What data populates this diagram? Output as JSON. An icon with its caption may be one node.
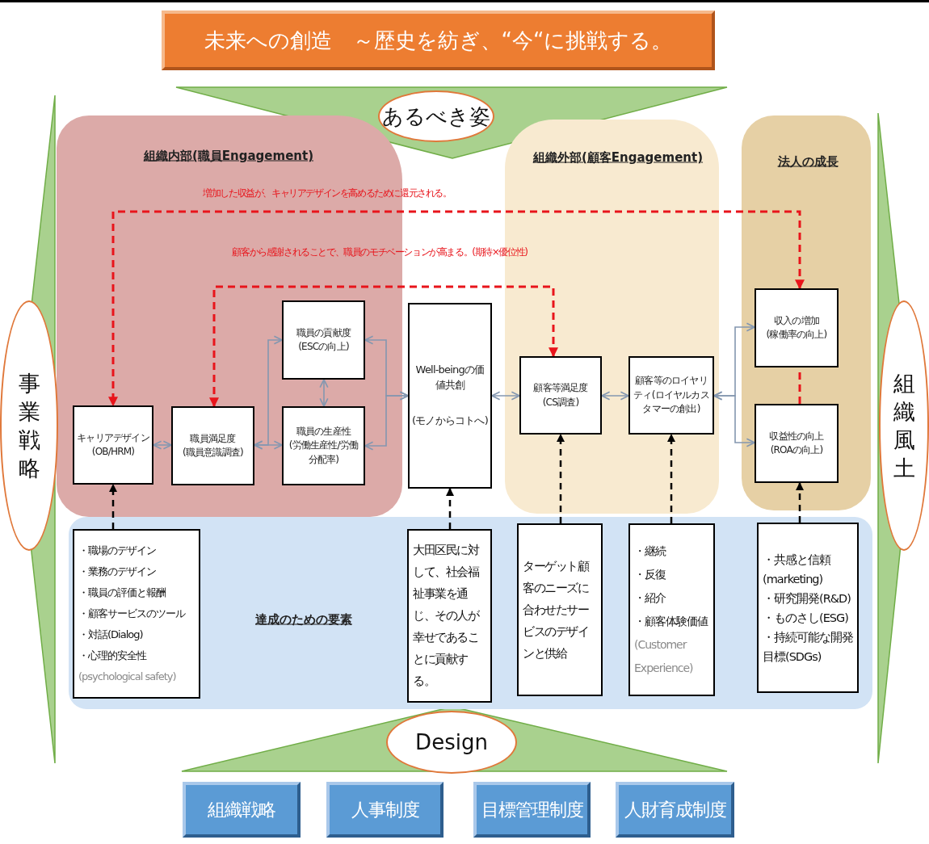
{
  "diagram": {
    "nodes": [
      {
        "text": [
          "未来への創造　～歴史を紡ぎ、“今“に挑戦する。"
        ]
      },
      {
        "text": [
          "あるべき姿"
        ]
      },
      {
        "text": [
          "事業戦略"
        ]
      },
      {
        "text": [
          "組織内部(職員Engagement)"
        ]
      },
      {
        "text": [
          "組織外部(顧客Engagement)"
        ]
      },
      {
        "text": [
          "法人の成長"
        ]
      },
      {
        "text": [
          "達成のための要素"
        ]
      },
      {
        "text": [
          "組織風土"
        ]
      },
      {
        "text": [
          "キャリアデザイン",
          "(OB/HRM)"
        ],
        "in": 3
      },
      {
        "text": [
          "職員満足度",
          "(職員意識調査)"
        ],
        "in": 3
      },
      {
        "text": [
          "職員の貢献度",
          "(ESCの向上)"
        ],
        "in": 3
      },
      {
        "text": [
          "職員の生産性",
          "(労働生産性/労働分配率)"
        ],
        "in": 3
      },
      {
        "text": [
          "Well-beingの価値共創",
          "(モノからコトへ)"
        ]
      },
      {
        "text": [
          "顧客等満足度",
          "(CS調査)"
        ],
        "in": 4
      },
      {
        "text": [
          "顧客等のロイヤリティ(ロイヤルカスタマーの創出)"
        ],
        "in": 4
      },
      {
        "text": [
          "収入の増加",
          "(稼働率の向上)"
        ],
        "in": 5
      },
      {
        "text": [
          "収益性の向上",
          "(ROAの向上)"
        ],
        "in": 5
      },
      {
        "text": [
          "・職場のデザイン",
          "・業務のデザイン",
          "・職員の評価と報酬",
          "・顧客サービスのツール",
          "・対話(Dialog)",
          "・心理的安全性",
          "(psychological safety)"
        ],
        "in": 6
      },
      {
        "text": [
          "大田区民に対して、社会福祉事業を通じ、その人が幸せであることに貢献する。"
        ],
        "in": 6
      },
      {
        "text": [
          "ターゲット顧客のニーズに合わせたサービスのデザインと供給"
        ],
        "in": 6
      },
      {
        "text": [
          "・継続",
          "・反復",
          "・紹介",
          "・顧客体験価値",
          "(Customer Experience)"
        ],
        "in": 6
      },
      {
        "text": [
          "・共感と信頼(marketing)",
          "・研究開発(R&D)",
          "・ものさし(ESG)",
          "・持続可能な開発目標(SDGs)"
        ],
        "in": 6
      },
      {
        "text": [
          "Design"
        ]
      },
      {
        "text": [
          "組織戦略"
        ]
      },
      {
        "text": [
          "人事制度"
        ]
      },
      {
        "text": [
          "目標管理制度"
        ]
      },
      {
        "text": [
          "人財育成制度"
        ]
      }
    ],
    "edges": [
      {
        "from": 8,
        "to": 9,
        "arrow": "both"
      },
      {
        "from": 9,
        "to": 10,
        "arrow": "both"
      },
      {
        "from": 9,
        "to": 11,
        "arrow": "both"
      },
      {
        "from": 10,
        "to": 11,
        "arrow": "both"
      },
      {
        "from": 12,
        "to": 10,
        "arrow": "both"
      },
      {
        "from": 12,
        "to": 11,
        "arrow": "both"
      },
      {
        "from": 12,
        "to": 13,
        "arrow": "both"
      },
      {
        "from": 13,
        "to": 14,
        "arrow": "both"
      },
      {
        "from": 14,
        "to": 15,
        "arrow": "both"
      },
      {
        "from": 14,
        "to": 16,
        "arrow": "both"
      },
      {
        "from": 15,
        "to": 8,
        "arrow": "both",
        "label": "増加した収益が、キャリアデザインを高めるために還元される。",
        "style": "dashed",
        "color": "#e8141b"
      },
      {
        "from": 9,
        "to": 13,
        "arrow": "both",
        "label": "顧客から感謝されることで、職員のモチベーションが高まる。(期待×優位性)",
        "style": "dashed",
        "color": "#e8141b"
      },
      {
        "from": 16,
        "to": 15,
        "arrow": "none",
        "style": "dashed",
        "color": "#e8141b"
      },
      {
        "from": 17,
        "to": 8,
        "arrow": "to",
        "style": "dashed",
        "color": "#000000"
      },
      {
        "from": 18,
        "to": 12,
        "arrow": "to",
        "style": "dashed",
        "color": "#000000"
      },
      {
        "from": 19,
        "to": 13,
        "arrow": "to",
        "style": "dashed",
        "color": "#000000"
      },
      {
        "from": 20,
        "to": 14,
        "arrow": "to",
        "style": "dashed",
        "color": "#000000"
      },
      {
        "from": 21,
        "to": 16,
        "arrow": "to",
        "style": "dashed",
        "color": "#000000"
      }
    ]
  }
}
